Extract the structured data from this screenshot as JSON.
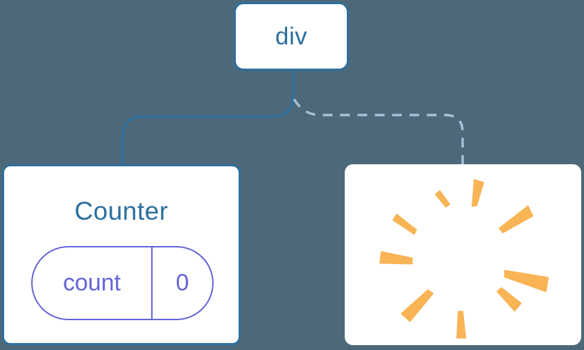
{
  "diagram": {
    "root": {
      "label": "div"
    },
    "left_child": {
      "title": "Counter",
      "state": {
        "key": "count",
        "value": "0"
      }
    },
    "right_child": {
      "icon": "poof-icon"
    },
    "connectors": {
      "left_style": "solid",
      "right_style": "dashed"
    },
    "colors": {
      "background": "#4d6979",
      "accent_blue": "#2c6f9e",
      "dashed_blue": "#a3c1d8",
      "state_purple": "#6464d8",
      "poof_orange": "#f8b455"
    }
  }
}
